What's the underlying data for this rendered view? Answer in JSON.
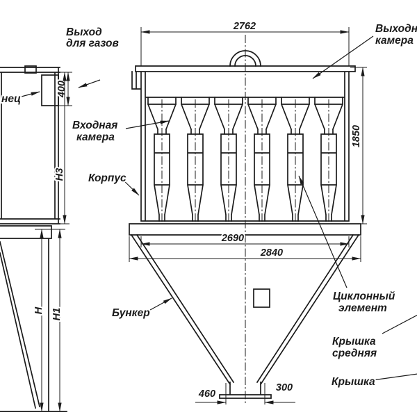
{
  "labels": {
    "gas_outlet": {
      "line1": "Выход",
      "line2": "для газов"
    },
    "outlet_chamber": {
      "line1": "Выходная",
      "line2": "камера"
    },
    "flange_partial": "нец",
    "inlet_chamber": {
      "line1": "Входная",
      "line2": "камера"
    },
    "housing": "Корпус",
    "bunker": "Бункер",
    "cyclone_element": {
      "line1": "Циклонный",
      "line2": "элемент"
    },
    "middle_cover": {
      "line1": "Крышка",
      "line2": "средняя"
    },
    "cover": "Крышка"
  },
  "dimensions": {
    "top_width": "2762",
    "gas_duct": "400",
    "body_height": "1850",
    "flange_inner": "2690",
    "flange_outer": "2840",
    "outlet_width": "460",
    "outlet_opening": "300",
    "h3": "H3",
    "h": "H",
    "h1": "H1"
  },
  "style": {
    "line_color": "#1b1b1b",
    "background": "#ffffff"
  }
}
